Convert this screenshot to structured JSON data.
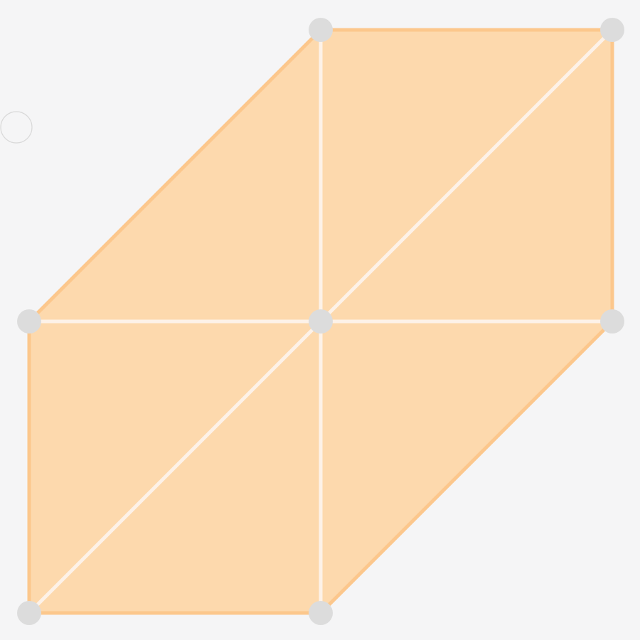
{
  "colors": {
    "background": "#f5f5f6",
    "face_fill": "#fdd9ad",
    "face_border": "#fcc78c",
    "interior_line": "#fdf2e8",
    "vertex_fill": "#dcdcdc",
    "ghost_handle": "#d9d9d9"
  },
  "graph": {
    "vertices": [
      {
        "id": "top-middle",
        "gx": 1,
        "gy": 0
      },
      {
        "id": "top-right",
        "gx": 2,
        "gy": 0
      },
      {
        "id": "middle-left",
        "gx": 0,
        "gy": 1
      },
      {
        "id": "center",
        "gx": 1,
        "gy": 1
      },
      {
        "id": "middle-right",
        "gx": 2,
        "gy": 1
      },
      {
        "id": "bottom-left",
        "gx": 0,
        "gy": 2
      },
      {
        "id": "bottom-middle",
        "gx": 1,
        "gy": 2
      }
    ],
    "outline": [
      "top-middle",
      "top-right",
      "middle-right",
      "bottom-middle",
      "bottom-left",
      "middle-left"
    ],
    "interior_edges": [
      [
        "top-middle",
        "center"
      ],
      [
        "center",
        "bottom-middle"
      ],
      [
        "middle-left",
        "center"
      ],
      [
        "center",
        "middle-right"
      ],
      [
        "bottom-left",
        "center"
      ],
      [
        "center",
        "top-right"
      ]
    ]
  }
}
